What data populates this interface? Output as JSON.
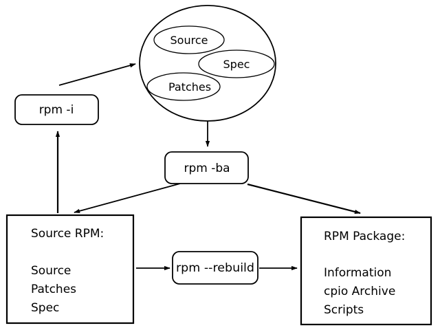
{
  "diagram": {
    "nodes": {
      "rpm_i": {
        "label": "rpm -i"
      },
      "rpm_ba": {
        "label": "rpm -ba"
      },
      "rpm_rebuild": {
        "label": "rpm --rebuild"
      },
      "source_rpm": {
        "title": "Source RPM:",
        "lines": [
          "Source",
          "Patches",
          "Spec"
        ]
      },
      "rpm_package": {
        "title": "RPM Package:",
        "lines": [
          "Information",
          "cpio Archive",
          "Scripts"
        ]
      },
      "source_tree": {
        "items": [
          "Source",
          "Spec",
          "Patches"
        ]
      }
    },
    "edges": [
      {
        "from": "source_rpm",
        "to": "rpm_i"
      },
      {
        "from": "rpm_i",
        "to": "source_tree"
      },
      {
        "from": "source_tree",
        "to": "rpm_ba"
      },
      {
        "from": "rpm_ba",
        "to": "source_rpm"
      },
      {
        "from": "rpm_ba",
        "to": "rpm_package"
      },
      {
        "from": "source_rpm",
        "to": "rpm_rebuild"
      },
      {
        "from": "rpm_rebuild",
        "to": "rpm_package"
      }
    ]
  }
}
